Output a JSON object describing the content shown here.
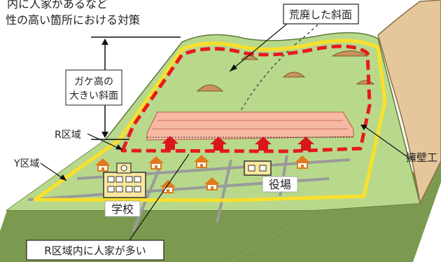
{
  "header": {
    "line1": "内に人家があるなど",
    "line2": "性の高い箇所における対策"
  },
  "labels": {
    "slope_height": [
      "ガケ高の",
      "大きい斜面"
    ],
    "devastated_slope": "荒廃した斜面",
    "retaining_wall": "擁壁工",
    "r_zone": "R区域",
    "y_zone": "Y区域",
    "school": "学校",
    "town_hall": "役場",
    "many_houses": "R区域内に人家が多い"
  },
  "colors": {
    "terrain_green": "#B8D98C",
    "terrain_dark": "#7C9A4F",
    "cliff": "#E6C79C",
    "zone_r_red": "#E8191F",
    "zone_y_yellow": "#FAE02A",
    "house_orange": "#E07A1C",
    "house_red": "#D8161B",
    "wall": "#F7B9A3",
    "road": "#9A9A9A",
    "label_border": "#222222"
  }
}
